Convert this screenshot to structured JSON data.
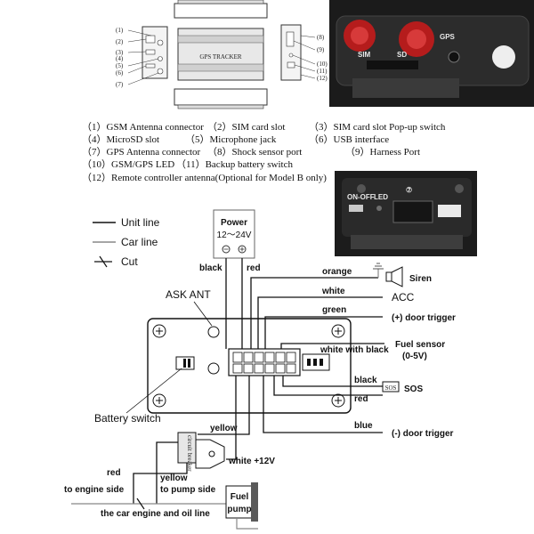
{
  "diagram_top": {
    "callouts_left": [
      "(1)",
      "(2)",
      "(3)",
      "(4)",
      "(5)",
      "(6)",
      "(7)"
    ],
    "callouts_right": [
      "(8)",
      "(9)",
      "(10)",
      "(11)",
      "(12)"
    ],
    "device_label": "GPS TRACKER"
  },
  "photo_top": {
    "sim": "SIM",
    "sd": "SD",
    "gps": "GPS"
  },
  "photo_bottom": {
    "onoff": "ON-OFF",
    "led": "LED",
    "port": "⑦"
  },
  "legend": {
    "item1": "（1）GSM Antenna connector",
    "item2": "（2）SIM card slot",
    "item3": "（3）SIM card slot Pop-up switch",
    "item4": "（4）MicroSD slot",
    "item5": "（5）Microphone jack",
    "item6": "（6）USB interface",
    "item7": "（7）GPS Antenna connector",
    "item8": "（8）Shock sensor port",
    "item9": "（9）Harness Port",
    "item10": "（10）GSM/GPS LED",
    "item11": "（11）Backup battery switch",
    "item12": "（12）Remote controller antenna(Optional for Model B only)"
  },
  "wiring": {
    "unit_line": "Unit line",
    "car_line": "Car line",
    "cut": "Cut",
    "power_title": "Power",
    "power_volts": "12～24V",
    "black": "black",
    "red": "red",
    "orange": "orange",
    "siren": "Siren",
    "white": "white",
    "acc": "ACC",
    "green": "green",
    "door_pos": "(+) door trigger",
    "ask_ant": "ASK ANT",
    "white_with_black": "white with black",
    "fuel_sensor": "Fuel sensor",
    "fuel_range": "(0-5V)",
    "black2": "black",
    "sos_button": "SOS",
    "sos": "SOS",
    "red2": "red",
    "battery_switch": "Battery switch",
    "blue": "blue",
    "door_neg": "(-) door trigger",
    "yellow": "yellow",
    "circuit_breaker": "circuit breaker",
    "white_12v": "white +12V",
    "red3": "red",
    "to_engine_side": "to engine side",
    "yellow2": "yellow",
    "to_pump_side": "to pump side",
    "fuel": "Fuel",
    "pump": "pump",
    "engine_oil_line": "the car engine and oil line"
  }
}
